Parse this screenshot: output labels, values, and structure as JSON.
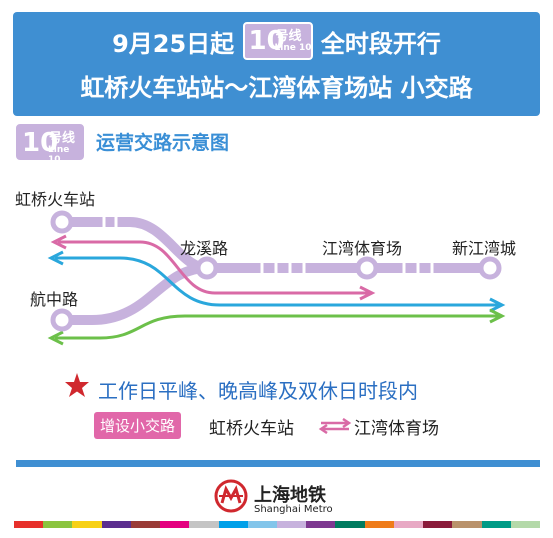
{
  "header": {
    "line1_prefix": "9月25日起",
    "line1_suffix": "全时段开行",
    "line2": "虹桥火车站站～江湾体育场站  小交路",
    "badge": {
      "number": "10",
      "hao": "号线",
      "en": "Line 10"
    }
  },
  "diagram_title": "运营交路示意图",
  "stations": {
    "hongqiao": "虹桥火车站",
    "hangzhong": "航中路",
    "longxi": "龙溪路",
    "jiangwan": "江湾体育场",
    "xinjiangwan": "新江湾城"
  },
  "note": {
    "text": "工作日平峰、晚高峰及双休日时段内",
    "tag": "增设小交路",
    "from": "虹桥火车站",
    "to": "江湾体育场"
  },
  "logo": {
    "cn": "上海地铁",
    "en": "Shanghai Metro"
  },
  "colors": {
    "header_blue": "#3f8fd2",
    "line10_purple": "#c7b2dd",
    "route_pink": "#d96aa6",
    "route_blue": "#2aa7dc",
    "route_green": "#6cc04a",
    "star_red": "#d0282e"
  },
  "stripe_colors": [
    "#e7302b",
    "#8bc43f",
    "#f7d117",
    "#5b2d8e",
    "#9a3b36",
    "#e4007f",
    "#c4c4c4",
    "#00a0e9",
    "#83c5ea",
    "#c7b2dd",
    "#7d3890",
    "#007b5f",
    "#ef7c1a",
    "#e8a9c4",
    "#8a1b3a",
    "#b9926b",
    "#009b86",
    "#b4d9a9"
  ]
}
